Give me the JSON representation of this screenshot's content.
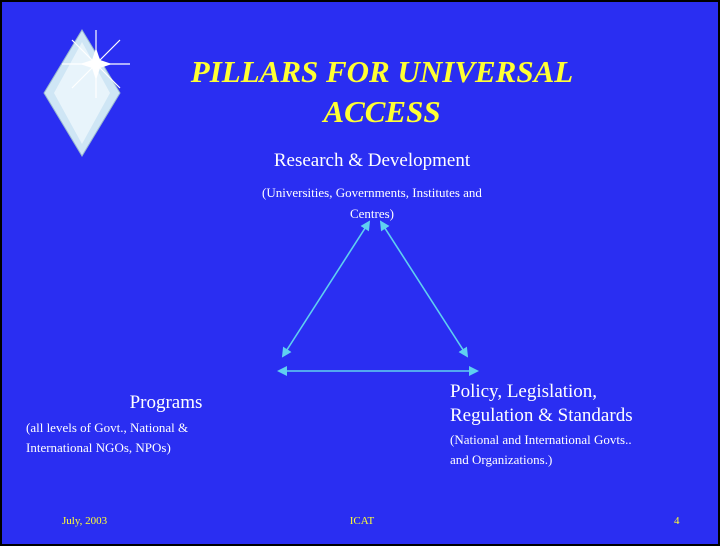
{
  "title": {
    "line1": "PILLARS FOR UNIVERSAL",
    "line2": "ACCESS"
  },
  "nodes": {
    "research": {
      "heading": "Research & Development",
      "sub_line1": "(Universities, Governments, Institutes and",
      "sub_line2": "Centres)"
    },
    "programs": {
      "heading": "Programs",
      "sub_line1": "(all levels of Govt., National &",
      "sub_line2": "International NGOs, NPOs)"
    },
    "policy": {
      "heading_line1": "Policy, Legislation,",
      "heading_line2": "Regulation & Standards",
      "sub_line1": "(National and International Govts..",
      "sub_line2": "and Organizations.)"
    }
  },
  "footer": {
    "date": "July, 2003",
    "center": "ICAT",
    "page": "4"
  },
  "colors": {
    "background": "#2a2ef2",
    "title": "#ffff33",
    "arrows": "#5fd0f0",
    "text": "#ffffff"
  }
}
